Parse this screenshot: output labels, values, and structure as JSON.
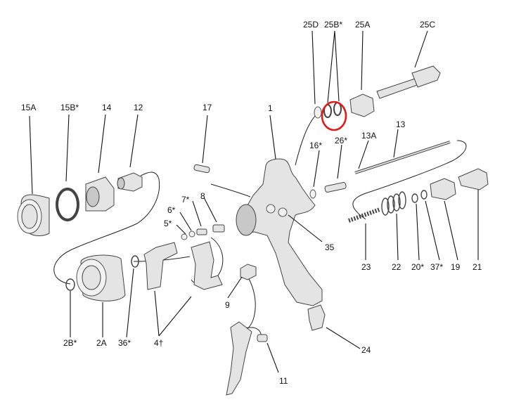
{
  "labels": {
    "l1": "1",
    "l2A": "2A",
    "l2B": "2B*",
    "l4": "4†",
    "l5": "5*",
    "l6": "6*",
    "l7": "7*",
    "l8": "8",
    "l9": "9",
    "l11": "11",
    "l12": "12",
    "l13": "13",
    "l13A": "13A",
    "l14": "14",
    "l15A": "15A",
    "l15B": "15B*",
    "l16": "16*",
    "l17": "17",
    "l19": "19",
    "l20": "20*",
    "l21": "21",
    "l22": "22",
    "l23": "23",
    "l24": "24",
    "l25A": "25A",
    "l25B": "25B*",
    "l25C": "25C",
    "l25D": "25D",
    "l26": "26*",
    "l35": "35",
    "l36": "36*",
    "l37": "37*"
  },
  "colors": {
    "highlight": "#e01919",
    "line": "#111111",
    "part_fill": "#e4e4e4"
  }
}
